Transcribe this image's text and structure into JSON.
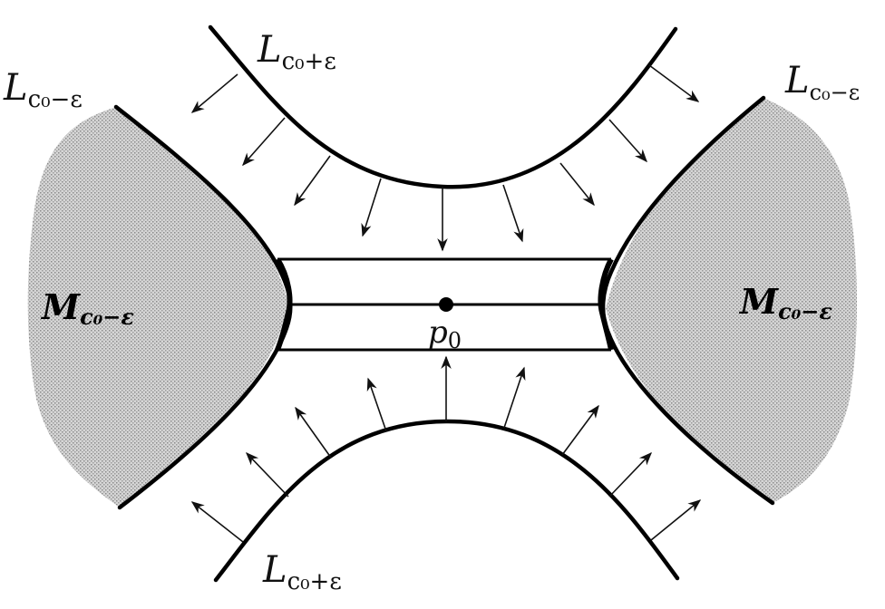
{
  "labels": {
    "top_curve": "L",
    "top_curve_sub": "c₀+ε",
    "bottom_curve": "L",
    "bottom_curve_sub": "c₀+ε",
    "left_curve": "L",
    "left_curve_sub": "c₀−ε",
    "right_curve": "L",
    "right_curve_sub": "c₀−ε",
    "left_region": "M",
    "left_region_sub": "c₀−ε",
    "right_region": "M",
    "right_region_sub": "c₀−ε",
    "point": "p",
    "point_sub": "0"
  },
  "colors": {
    "shading": "#c6c6c6",
    "ink": "#000000",
    "background": "#ffffff"
  }
}
